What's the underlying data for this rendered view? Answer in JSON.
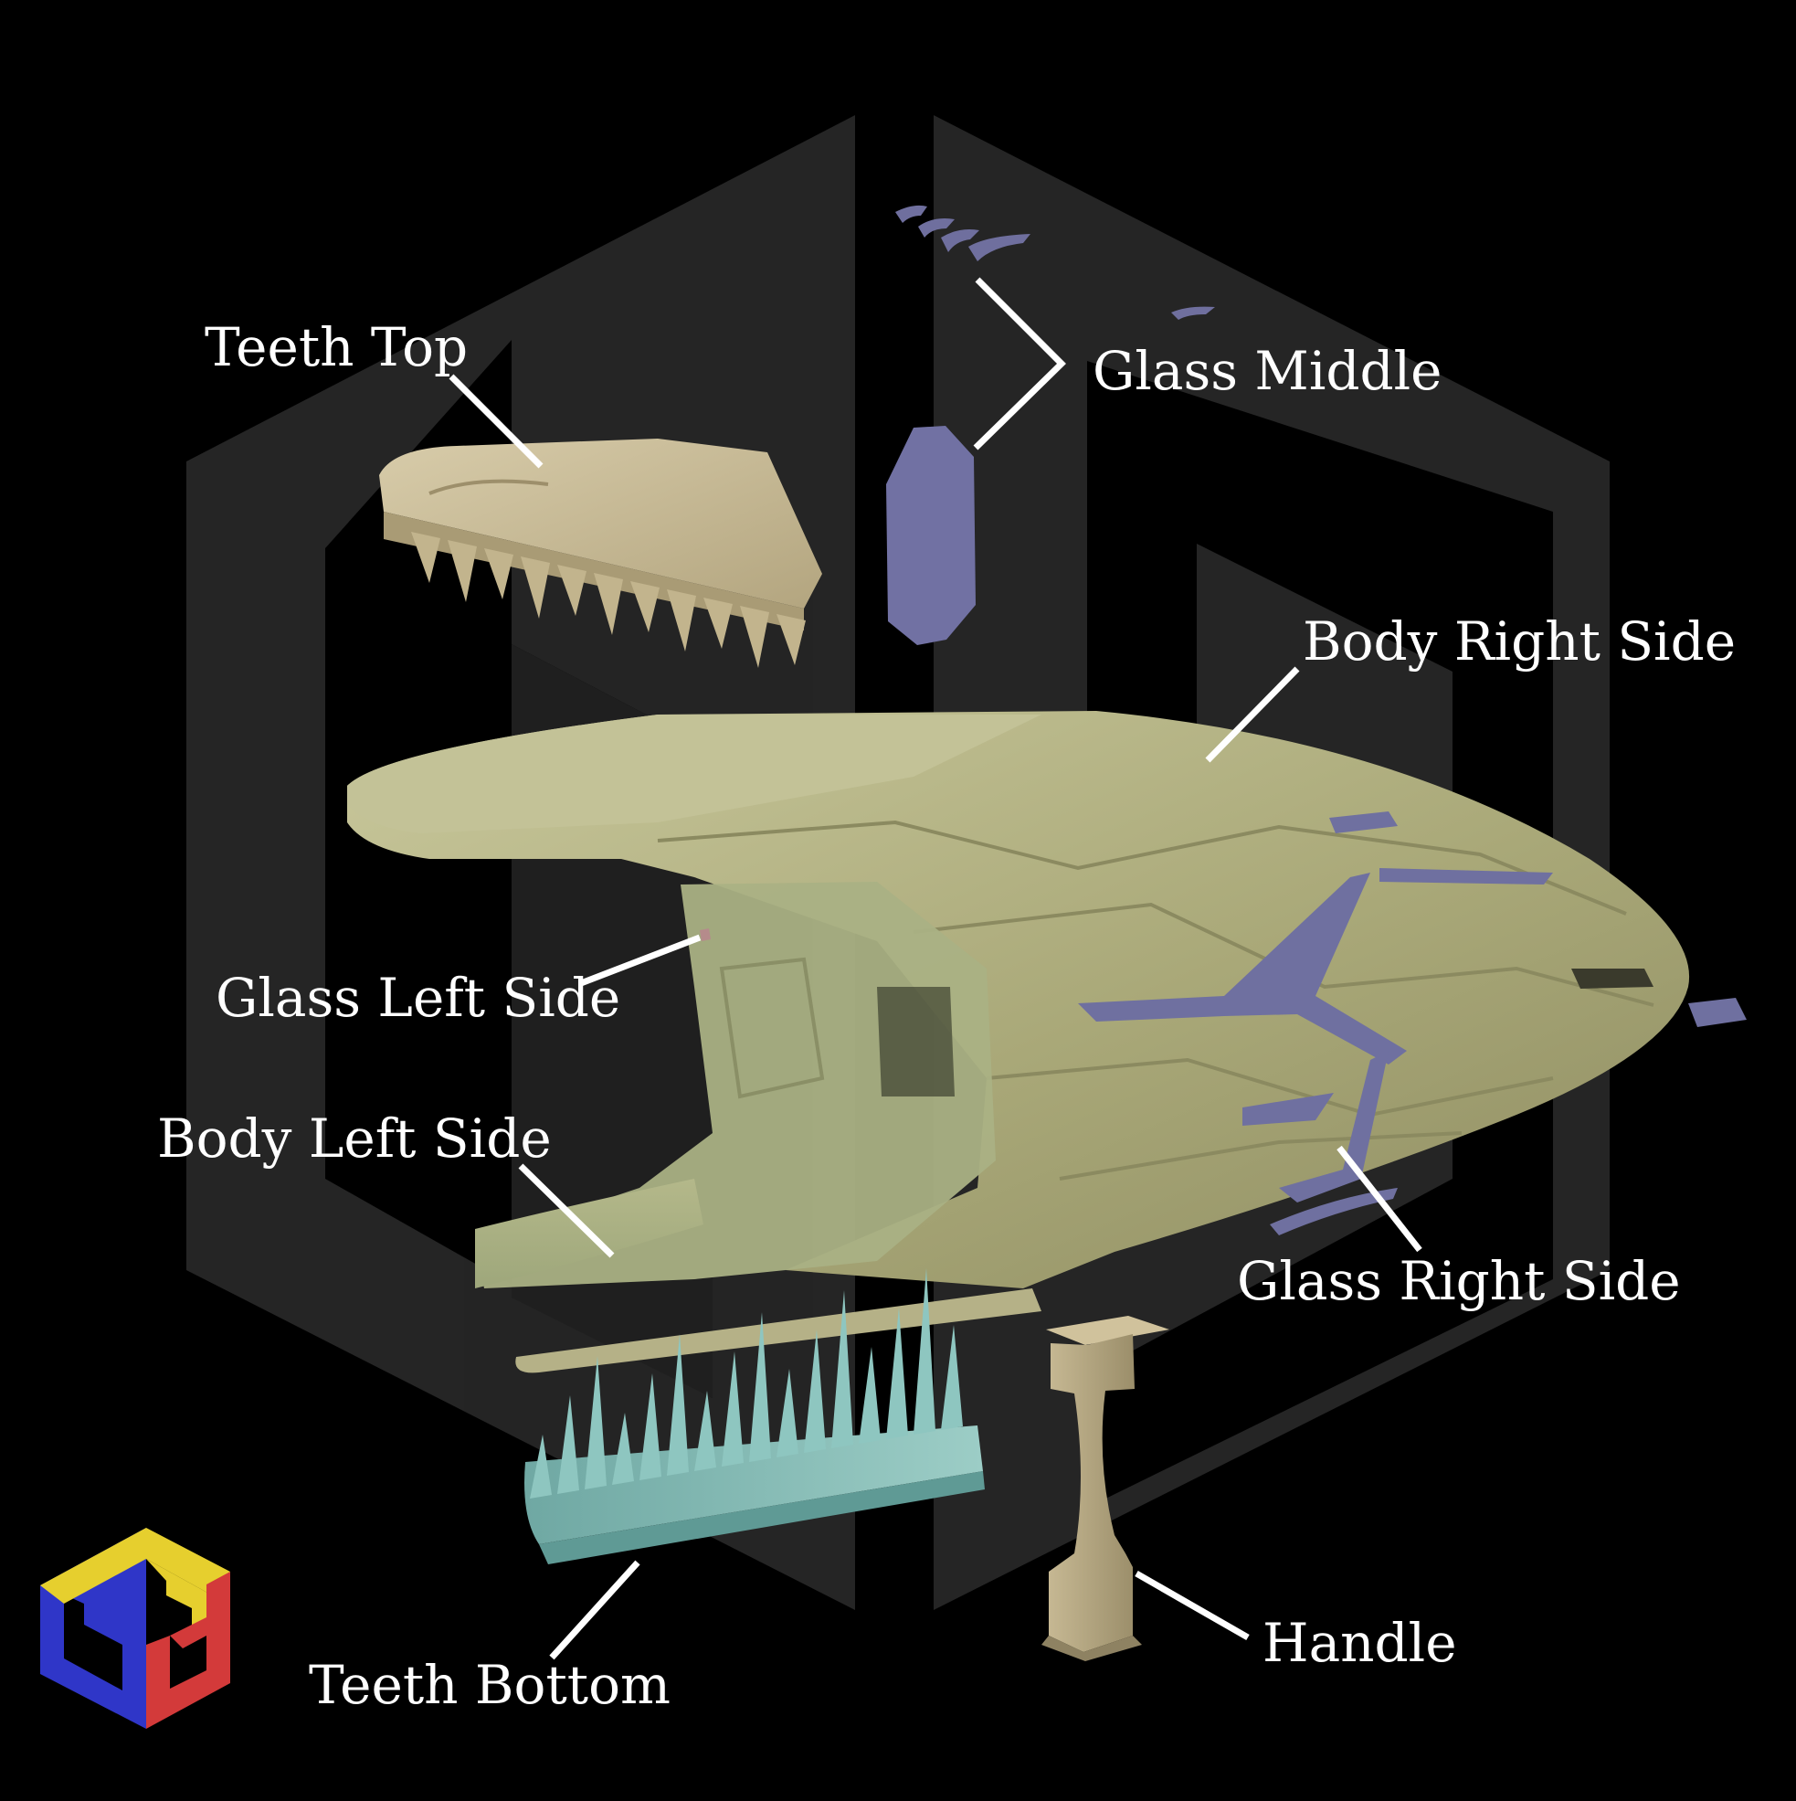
{
  "labels": {
    "teeth_top": "Teeth Top",
    "glass_middle": "Glass Middle",
    "body_right_side": "Body Right Side",
    "glass_left_side": "Glass Left Side",
    "body_left_side": "Body Left Side",
    "glass_right_side": "Glass Right Side",
    "teeth_bottom": "Teeth Bottom",
    "handle": "Handle"
  },
  "colors": {
    "background": "#000000",
    "watermark": "#2b2b2b",
    "body": "#b3b186",
    "teeth_top": "#c9bc95",
    "glass": "#6f6f9e",
    "teeth_bottom": "#86bcb6",
    "handle": "#b6a883",
    "logo_yellow": "#e6cf2e",
    "logo_blue": "#2f36c8",
    "logo_red": "#d33a3a",
    "text": "#ffffff"
  },
  "icons": {
    "watermark": "hexagon-logo-watermark",
    "brand": "bw-cube-logo"
  }
}
